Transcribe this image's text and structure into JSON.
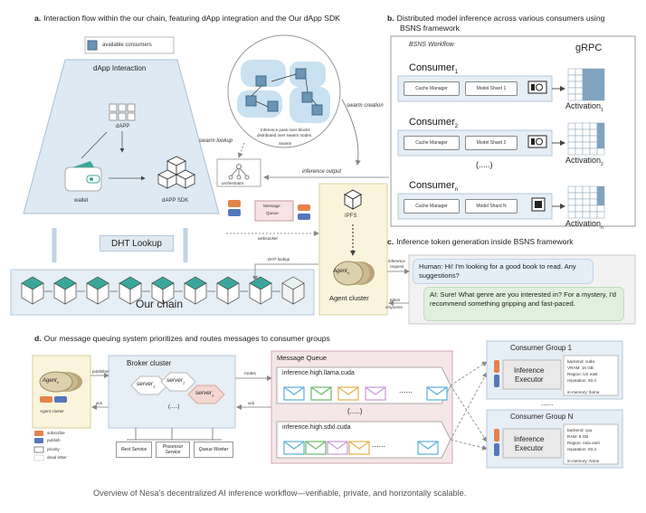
{
  "section_a": {
    "letter": "a.",
    "title": "Interaction flow within the our chain, featuring dApp integration and the Our dApp SDK",
    "legend_label": "available consumers",
    "dapp_interaction": "dApp Interaction",
    "dapp": "dAPP",
    "wallet": "wallet",
    "dapp_sdk": "dAPP SDK",
    "dht_lookup": "DHT Lookup",
    "our_chain": "Our chain",
    "swarm_lookup": "swarm lookup",
    "swarm_creation": "swarm creation",
    "swarm_note_line1": "Inference pass over blocks",
    "swarm_note_line2": "distributed over swarm nodes",
    "swarm": "Swarm",
    "orchestrator": "orchestrator",
    "message_queue_line1": "Message",
    "message_queue_line2": "Queue",
    "inference_output": "inference output",
    "websocket": "websocket",
    "dht_lookup_small": "DHT lookup",
    "ipfs": "IPFS",
    "agent_n": "Agent",
    "agent_sub": "n",
    "agent_cluster": "Agent cluster"
  },
  "section_b": {
    "letter": "b.",
    "title_line1": "Distributed model inference across various consumers using",
    "title_line2": "BSNS framework",
    "workflow": "BSNS Workflow",
    "grpc": "gRPC",
    "consumers": [
      {
        "name": "Consumer",
        "sub": "1",
        "cache": "Cache Manager",
        "shard": "Model Shard 1",
        "act": "Activation",
        "act_sub": "1"
      },
      {
        "name": "Consumer",
        "sub": "2",
        "cache": "Cache Manager",
        "shard": "Model Shard 2",
        "act": "Activation",
        "act_sub": "2"
      },
      {
        "name": "Consumer",
        "sub": "n",
        "cache": "Cache Manager",
        "shard": "Model Shard N",
        "act": "Activation",
        "act_sub": "n"
      }
    ],
    "ellipsis": "(.....)"
  },
  "section_c": {
    "letter": "c.",
    "title": "Inference token generation inside BSNS framework",
    "request_line1": "inference",
    "request_line2": "request",
    "response_line1": "token",
    "response_line2": "response",
    "human_msg": "Human: Hi! I'm looking for a good book to read. Any suggestions?",
    "ai_msg": "AI: Sure! What genre are you interested in? For a mystery, I'd recommend something gripping and fast-paced."
  },
  "section_d": {
    "letter": "d.",
    "title": "Our message queuing system prioritizes and routes messages to consumer groups",
    "agent": "Agent",
    "agent_sub": "n",
    "agent_cluster": "Agent cluster",
    "publisher": "publisher",
    "ack": "ack",
    "broker_cluster": "Broker cluster",
    "server": "server",
    "server_subs": [
      "1",
      "2",
      "n"
    ],
    "broker_ellipsis": "(.....)",
    "routes": "routes",
    "ack2": "ack",
    "services": [
      "Rest Service",
      "Processor Service",
      "Queue Worker"
    ],
    "mq_title": "Message Queue",
    "queue1": "inference.high.llama.cuda",
    "queue2": "inference.high.sdxl.cuda",
    "queue_dots": "......",
    "mid_ellipsis": "(.....)",
    "legend": {
      "subscribe": "subscribe",
      "publish": "publish",
      "priority": "priority",
      "dead_letter": "dead letter"
    },
    "groups": [
      {
        "title": "Consumer Group 1",
        "executor_line1": "Inference",
        "executor_line2": "Executor",
        "specs": [
          "backend: cuda",
          "VRAM: 16 GB",
          "Region: US east",
          "reputation: 93.4"
        ],
        "memory": "in-memory: llama"
      },
      {
        "title": "Consumer Group N",
        "executor_line1": "Inference",
        "executor_line2": "Executor",
        "specs": [
          "backend: cpu",
          "RAM: 8 GB",
          "Region: Asia east",
          "reputation: 93.4"
        ],
        "memory": "in-memory: None"
      }
    ],
    "group_dots": "......"
  },
  "caption": "Overview of Nesa's decentralized AI inference workflow—verifiable, private, and horizontally scalable.",
  "colors": {
    "teal": "#3aa79a",
    "node_blue": "#6b95b4",
    "swarm_bg": "#c9e1f1",
    "orange": "#e4834a",
    "blue": "#5577bb",
    "cream": "#faf4dc",
    "pink": "#f5e6e8"
  }
}
